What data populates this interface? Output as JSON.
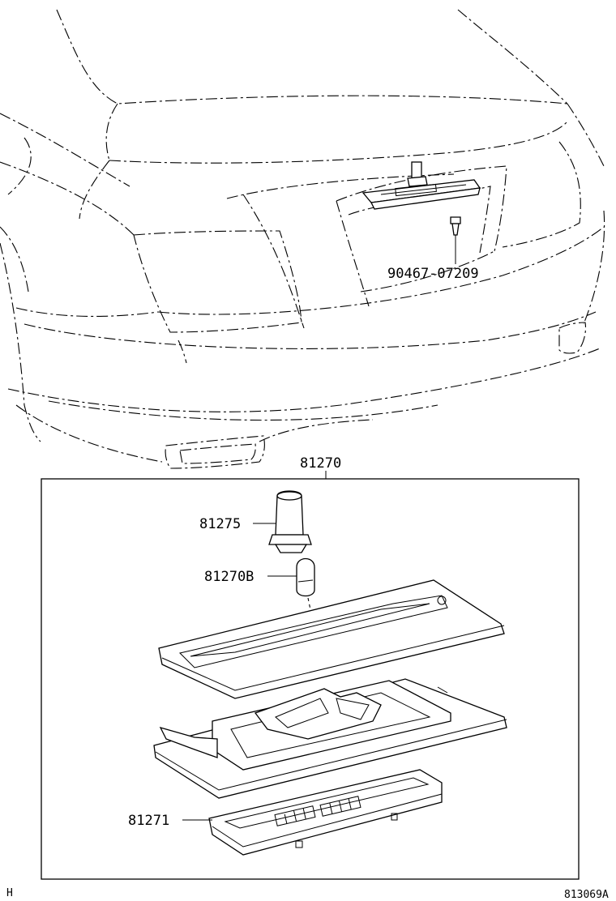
{
  "callouts": {
    "bolt": "90467-07209",
    "assembly": "81270",
    "socket": "81275",
    "bulb": "81270B",
    "lens": "81271"
  },
  "footer": {
    "left_mark": "H",
    "figure_id": "813069A"
  }
}
